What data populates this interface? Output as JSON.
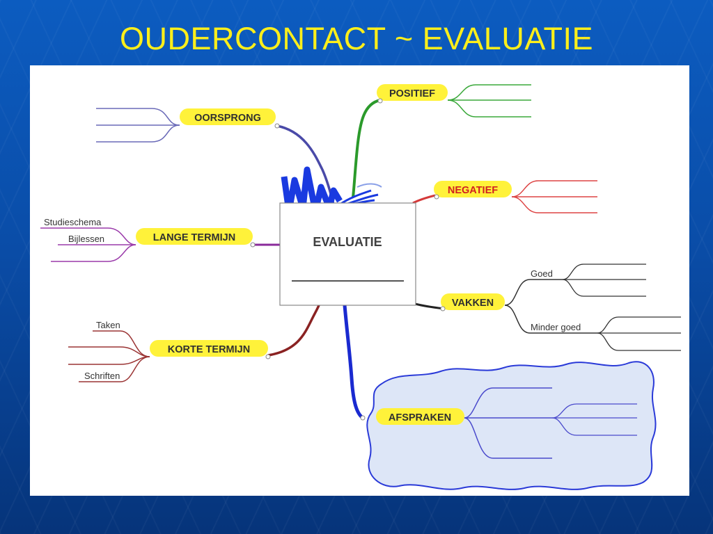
{
  "slide": {
    "title": "OUDERCONTACT ~ EVALUATIE"
  },
  "central_topic": {
    "label": "EVALUATIE"
  },
  "branches": {
    "oorsprong": {
      "label": "OORSPRONG",
      "color": "#4a4aa8"
    },
    "positief": {
      "label": "POSITIEF",
      "color": "#2b9a2b"
    },
    "negatief": {
      "label": "NEGATIEF",
      "color": "#d43a3a"
    },
    "lange_termijn": {
      "label": "LANGE TERMIJN",
      "color": "#8a2a9a",
      "items": [
        "Studieschema",
        "Bijlessen"
      ]
    },
    "korte_termijn": {
      "label": "KORTE TERMIJN",
      "color": "#8a2222",
      "items": [
        "Taken",
        "Schriften"
      ]
    },
    "vakken": {
      "label": "VAKKEN",
      "color": "#222222",
      "items": [
        "Goed",
        "Minder goed"
      ]
    },
    "afspraken": {
      "label": "AFSPRAKEN",
      "color": "#1a2ad0",
      "cloud_fill": "#dde6f7"
    }
  },
  "colors": {
    "title": "#ffef1a",
    "topic_highlight": "#fff23a",
    "background_blue": "#0a4da8"
  }
}
